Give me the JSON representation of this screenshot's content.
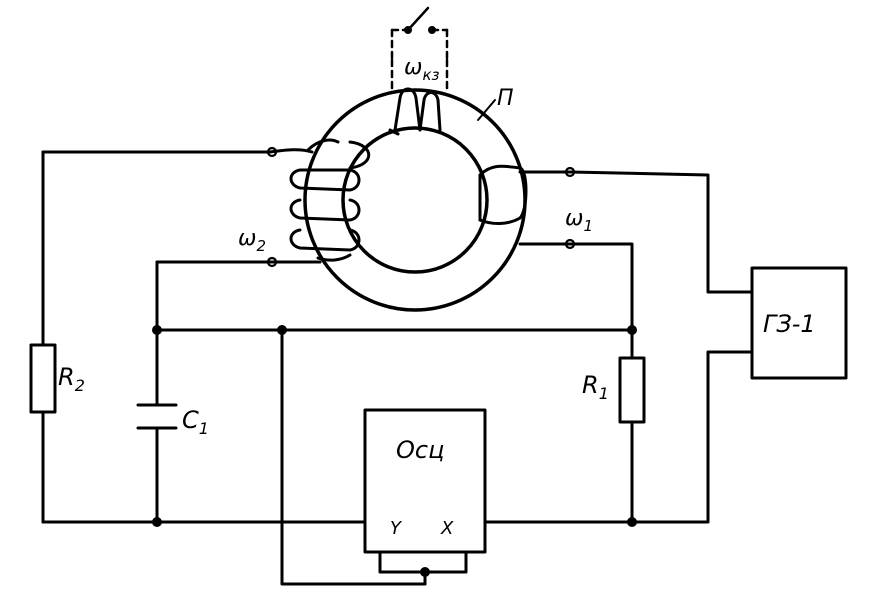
{
  "labels": {
    "r2": "R",
    "r2_sub": "2",
    "r1": "R",
    "r1_sub": "1",
    "c1": "C",
    "c1_sub": "1",
    "w1": "ω",
    "w1_sub": "1",
    "w2": "ω",
    "w2_sub": "2",
    "wkz": "ω",
    "wkz_sub": "кз",
    "core": "П",
    "generator": "ГЗ-1",
    "oscilloscope": "Осц",
    "osc_y": "Y",
    "osc_x": "X"
  }
}
